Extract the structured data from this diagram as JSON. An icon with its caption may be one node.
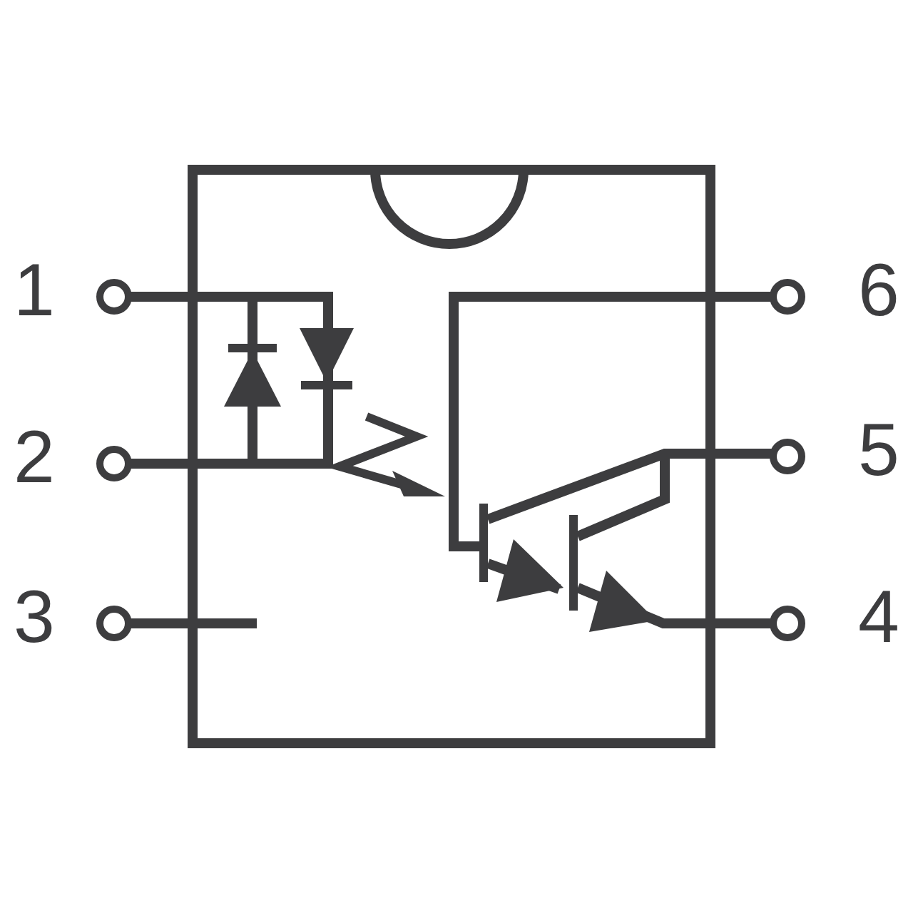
{
  "diagram": {
    "labels": [
      "1",
      "6",
      "2",
      "5",
      "3",
      "4"
    ]
  }
}
